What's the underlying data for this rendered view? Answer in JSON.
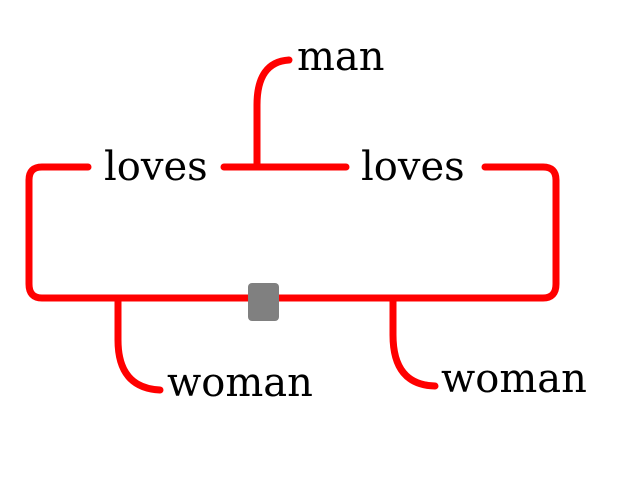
{
  "diagram": {
    "labels": {
      "man": "man",
      "loves_left": "loves",
      "loves_right": "loves",
      "woman_left": "woman",
      "woman_right": "woman"
    },
    "colors": {
      "line": "#ff0000",
      "handle": "#808080",
      "text": "#000000"
    }
  }
}
